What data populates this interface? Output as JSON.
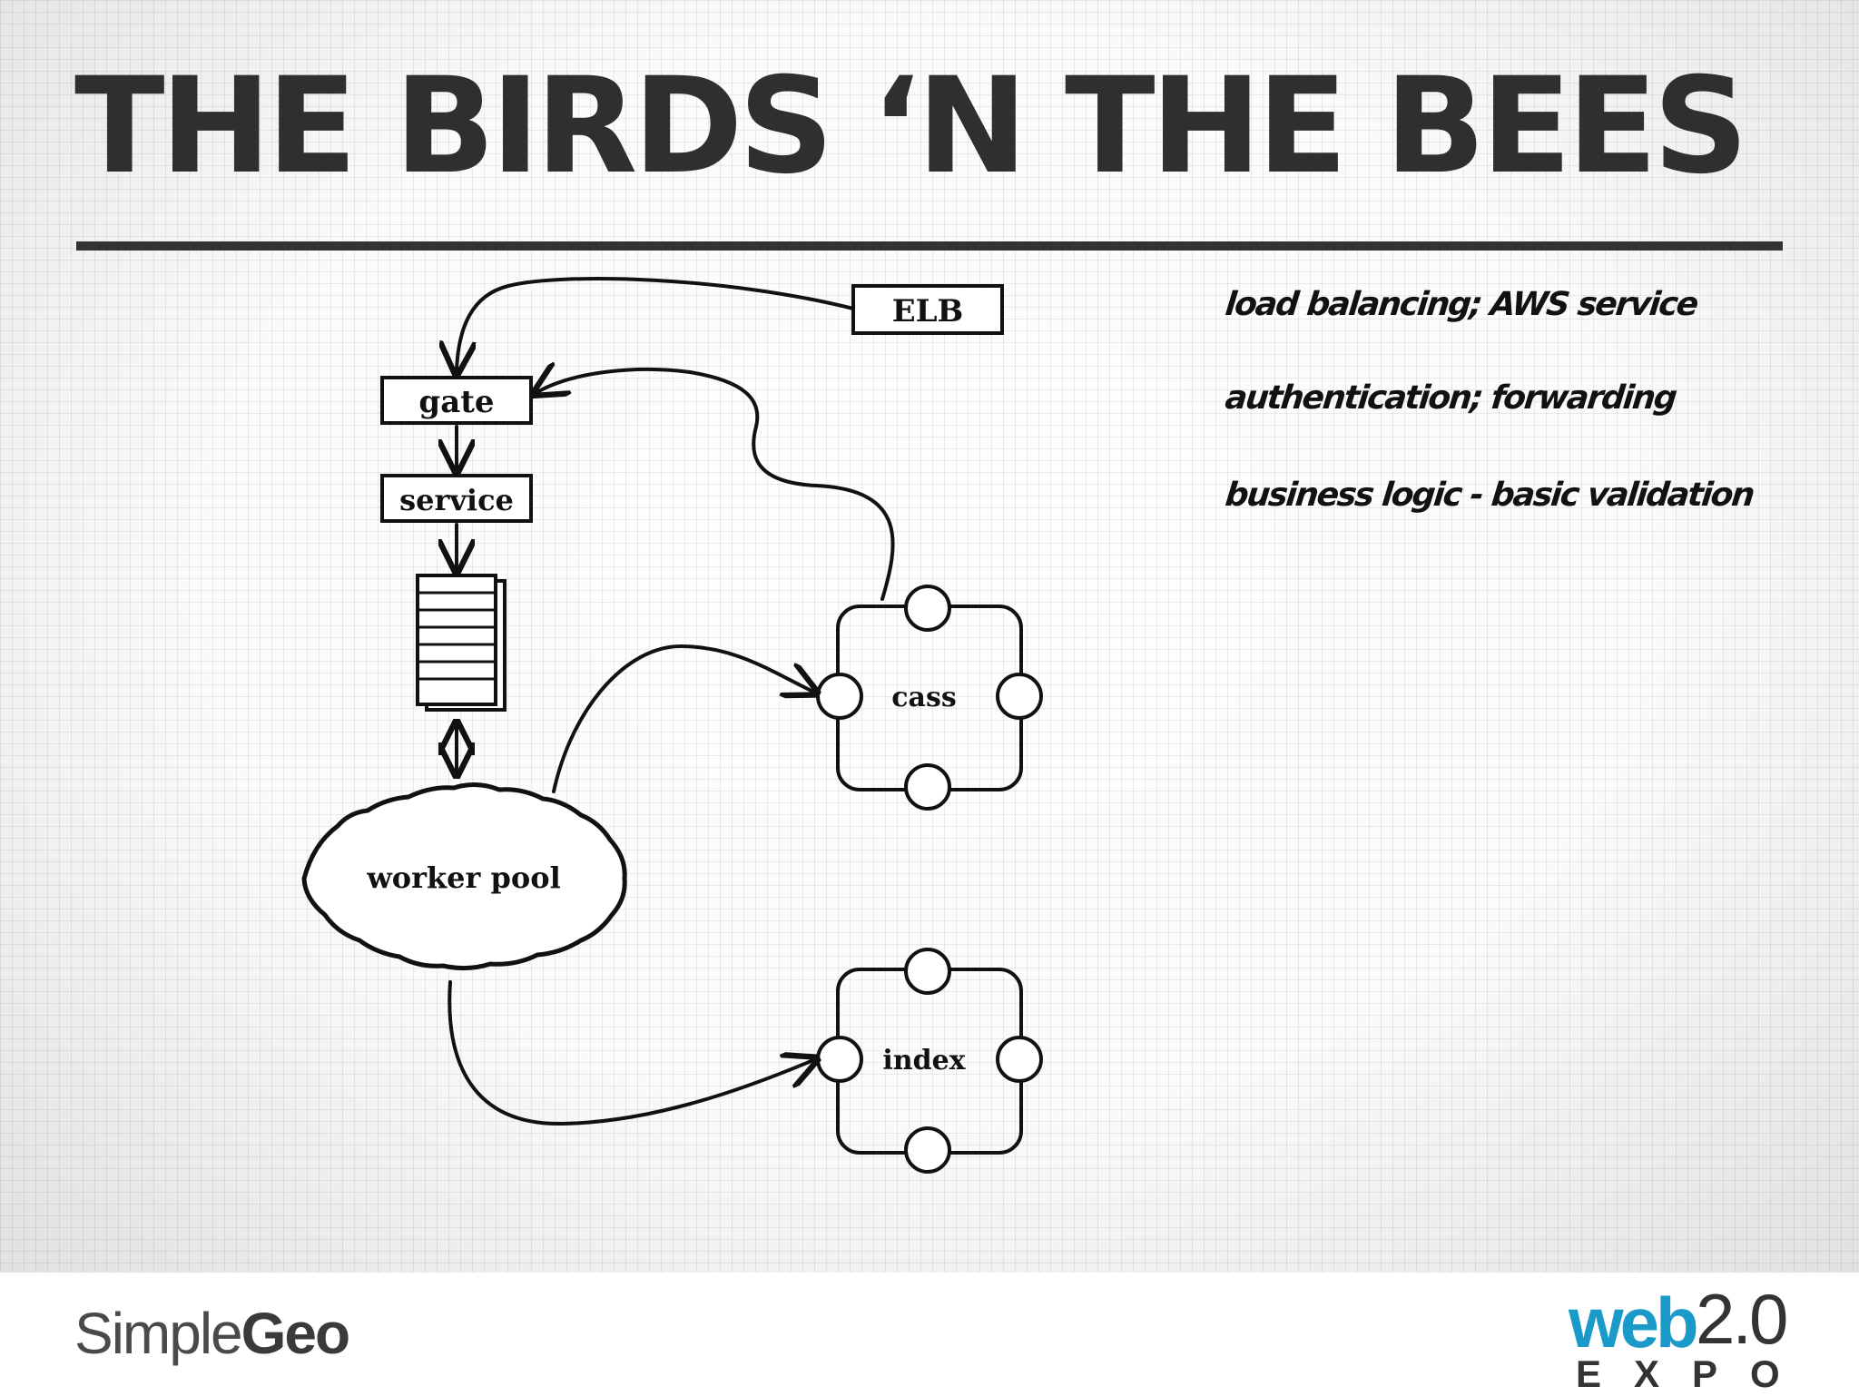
{
  "slide": {
    "title": "THE BIRDS ‘N THE BEES"
  },
  "diagram": {
    "nodes": {
      "elb": "ELB",
      "gate": "gate",
      "service": "service",
      "worker_pool": "worker pool",
      "cass": "cass",
      "index": "index"
    },
    "notes": [
      "load balancing; AWS service",
      "authentication; forwarding",
      "business logic - basic validation"
    ]
  },
  "footer": {
    "left_logo_text_1": "Simple",
    "left_logo_text_2": "Geo",
    "right_logo_web": "web",
    "right_logo_version": "2.0",
    "right_logo_expo": "EXPO"
  },
  "colors": {
    "ink": "#111111",
    "title": "#2f2f2f",
    "web_blue": "#1a9ac9"
  }
}
